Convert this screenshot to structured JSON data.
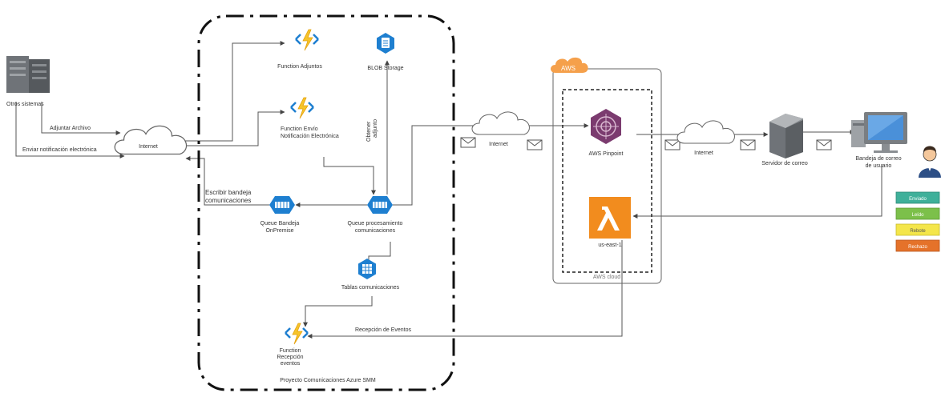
{
  "nodes": {
    "otros_sistemas": "Otros sistemas",
    "internet_left": "Internet",
    "function_adjuntos": "Function Adjuntos",
    "blob_storage": "BLOB Storage",
    "function_envio": [
      "Function Envío",
      "Notificación Electrónica"
    ],
    "obtener_adjunto": [
      "Obtener",
      "adjunto"
    ],
    "queue_bandeja": [
      "Queue Bandeja",
      "OnPremise"
    ],
    "queue_proc": [
      "Queue procesamiento",
      "comunicaciones"
    ],
    "tablas": "Tablas comunicaciones",
    "function_recepcion": [
      "Function",
      "Recepción",
      "eventos"
    ],
    "proyecto": "Proyecto Comunicaciones Azure SMM",
    "internet_mid": "Internet",
    "aws_badge": "AWS",
    "aws_pinpoint": "AWS Pinpoint",
    "lambda": "us-east-1",
    "aws_cloud": "AWS cloud",
    "internet_right": "Internet",
    "servidor_correo": "Servidor de correo",
    "bandeja_usuario": [
      "Bandeja de correo",
      "de usuario"
    ]
  },
  "edges": {
    "adjuntar_archivo": "Adjuntar Archivo",
    "enviar_notificacion": "Enviar notificación electrónica",
    "escribir_bandeja": [
      "Escribir bandeja",
      "comunicaciones"
    ],
    "recepcion_eventos": "Recepción de Eventos"
  },
  "status_tags": [
    "Enviado",
    "Leído",
    "Rebote",
    "Rechazo"
  ],
  "colors": {
    "azure_blue": "#1e7fd0",
    "function_yellow": "#f6c42b",
    "pinpoint_purple": "#7b3b6f",
    "lambda_orange": "#f28c1e",
    "aws_orange": "#f5a04b",
    "server_gray": "#6f7378",
    "status_teal": "#3fb09a",
    "status_green": "#7cc04a",
    "status_yellow": "#f4e64a",
    "status_orange": "#e5722a"
  }
}
